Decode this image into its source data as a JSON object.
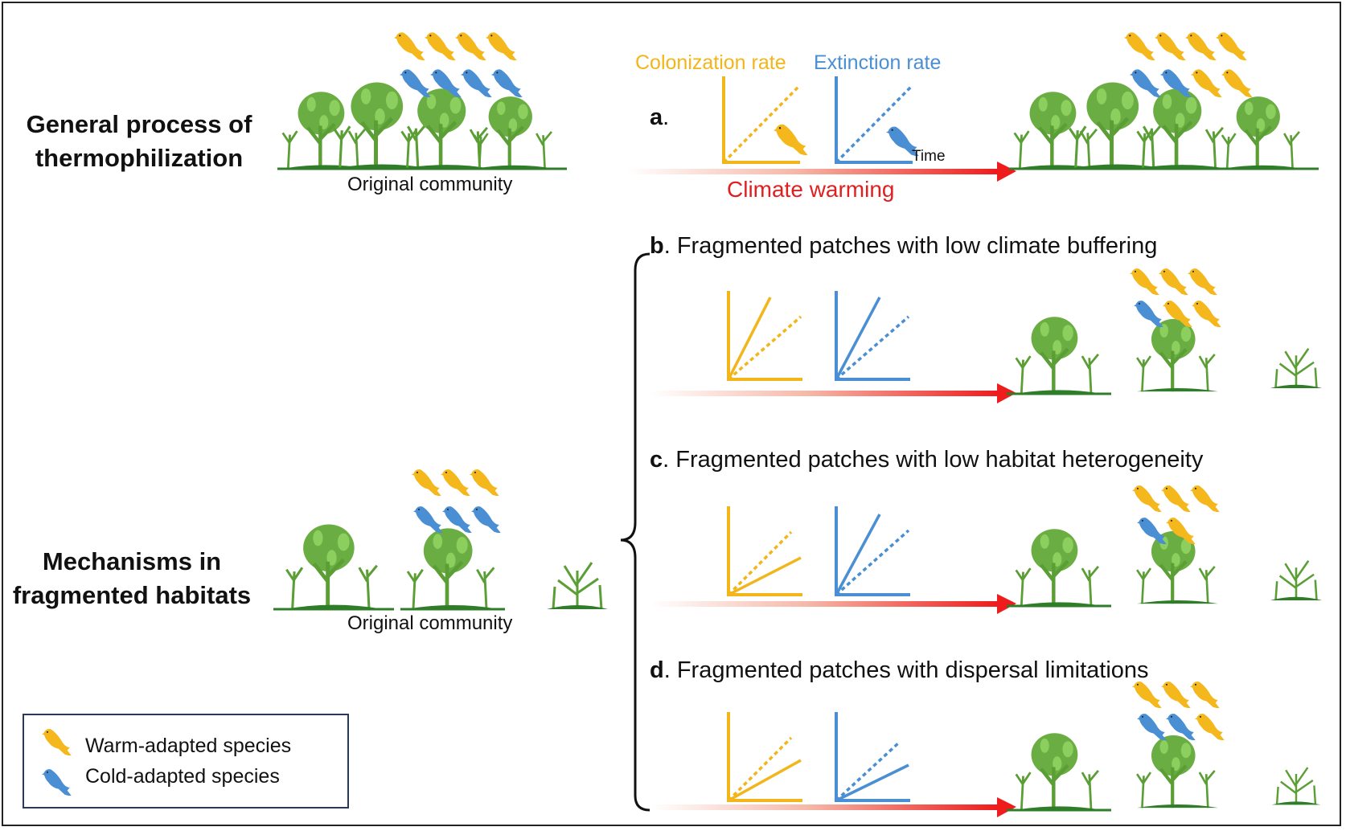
{
  "headings": {
    "general": [
      "General process of",
      "thermophilization"
    ],
    "mechanisms": [
      "Mechanisms in",
      "fragmented habitats"
    ]
  },
  "captions": {
    "original_top": "Original community",
    "original_bottom": "Original community",
    "time": "Time",
    "climate_warming": "Climate warming"
  },
  "rates": {
    "colonization": "Colonization rate",
    "extinction": "Extinction rate"
  },
  "panels": {
    "a": {
      "letter": "a",
      "text": "."
    },
    "b": {
      "letter": "b",
      "text": ". Fragmented patches with low climate buffering"
    },
    "c": {
      "letter": "c",
      "text": ". Fragmented patches with low habitat heterogeneity"
    },
    "d": {
      "letter": "d",
      "text": ". Fragmented patches with dispersal limitations"
    }
  },
  "legend": {
    "warm": "Warm-adapted species",
    "cold": "Cold-adapted species"
  },
  "colors": {
    "warm": "#f4b81c",
    "cold": "#4a8fd4",
    "colonization_text": "#f2b51a",
    "extinction_text": "#4a8fd4",
    "warming_text": "#e02020",
    "arrow_end": "#ee1c1c",
    "tree": "#5a9e35",
    "ground": "#2f7d28"
  },
  "icons": {
    "warm_species": "bird-icon-yellow",
    "cold_species": "bird-icon-blue",
    "habitat": "tree-icon",
    "trend": "arrow-icon"
  }
}
